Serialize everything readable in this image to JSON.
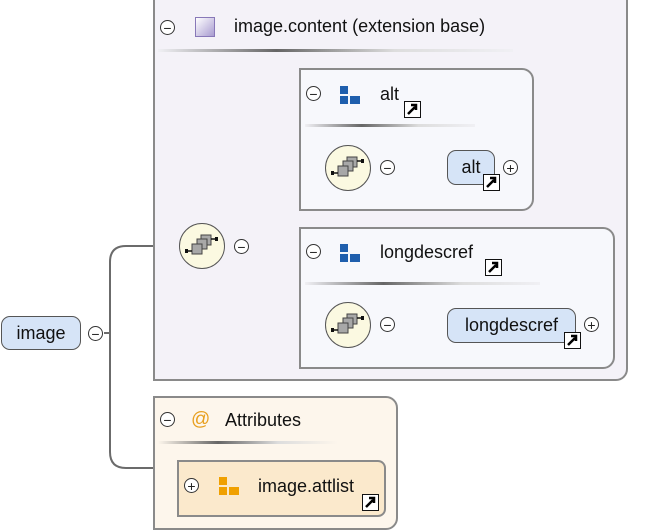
{
  "root": {
    "label": "image",
    "collapse": "−"
  },
  "extension": {
    "title": "image.content (extension base)",
    "collapse": "−"
  },
  "alt_group": {
    "title": "alt",
    "collapse": "−",
    "element": "alt",
    "seq_collapse": "−",
    "expand": "+"
  },
  "longdesc_group": {
    "title": "longdescref",
    "collapse": "−",
    "element": "longdescref",
    "seq_collapse": "−",
    "expand": "+"
  },
  "seq_main": {
    "collapse": "−"
  },
  "attributes": {
    "title": "Attributes",
    "collapse": "−",
    "icon": "@",
    "attlist": "image.attlist",
    "attlist_expand": "+"
  },
  "colors": {
    "element_fill": "#d6e4f7",
    "extension_fill": "#f4f2f8",
    "group_fill": "#f7f8fc",
    "attr_fill": "#fdf6ec",
    "attlist_fill": "#fbe9cc",
    "seq_fill": "#fbf9e1",
    "group_icon": "#1f5fad",
    "attr_icon": "#f0a000"
  }
}
